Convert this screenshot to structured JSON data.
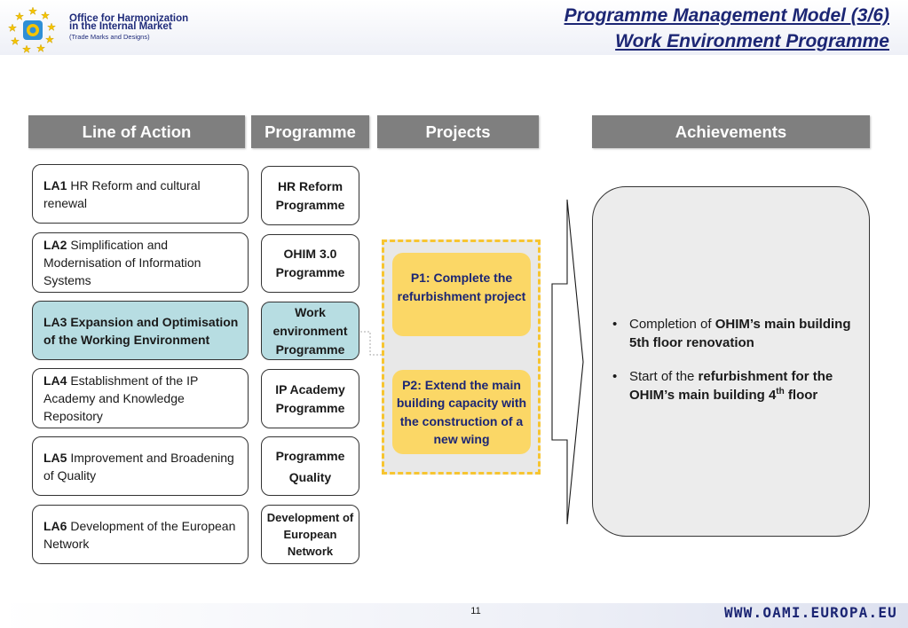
{
  "header": {
    "org_line1": "Office for Harmonization",
    "org_line2": "in the Internal Market",
    "org_sub": "(Trade Marks and Designs)",
    "title_line1": "Programme Management Model (3/6)",
    "title_line2": "Work Environment Programme"
  },
  "columns": {
    "line_of_action": "Line of Action",
    "programme": "Programme",
    "projects": "Projects",
    "achievements": "Achievements"
  },
  "lines_of_action": [
    {
      "code": "LA1",
      "text": " HR Reform and cultural renewal",
      "highlighted": false
    },
    {
      "code": "LA2",
      "text": " Simplification and Modernisation of Information Systems",
      "highlighted": false
    },
    {
      "code": "LA3",
      "text": " Expansion and Optimisation of the Working Environment",
      "highlighted": true
    },
    {
      "code": "LA4",
      "text": " Establishment of the IP Academy and Knowledge Repository",
      "highlighted": false
    },
    {
      "code": "LA5",
      "text": " Improvement and Broadening of Quality",
      "highlighted": false
    },
    {
      "code": "LA6",
      "text": " Development of the European Network",
      "highlighted": false
    }
  ],
  "programmes": [
    {
      "label": "HR Reform Programme",
      "highlighted": false
    },
    {
      "label": "OHIM 3.0 Programme",
      "highlighted": false
    },
    {
      "label": "Work environment Programme",
      "highlighted": true
    },
    {
      "label": "IP Academy Programme",
      "highlighted": false
    },
    {
      "label": "Programme Quality",
      "highlighted": false
    },
    {
      "label": "Development of European Network",
      "highlighted": false
    }
  ],
  "projects": [
    {
      "label": "P1: Complete the refurbishment project"
    },
    {
      "label": "P2: Extend the main building capacity with the construction of a new wing"
    }
  ],
  "achievements": {
    "bullet": "•",
    "items": [
      {
        "prefix": "Completion of ",
        "bold": "OHIM’s main building 5th floor renovation",
        "suffix": "",
        "sup": "",
        "tail": ""
      },
      {
        "prefix": "Start of the ",
        "bold": "refurbishment for the OHIM’s main building 4",
        "suffix": "",
        "sup": "th",
        "tail": " floor"
      }
    ]
  },
  "footer": {
    "page_number": "11",
    "url": "WWW.OAMI.EUROPA.EU"
  },
  "colors": {
    "title": "#1c2674",
    "header_bar": "#7f7f7f",
    "highlight": "#b7dde2",
    "project_card": "#fbd766",
    "project_border": "#f7c531",
    "achievement_panel": "#ececec"
  }
}
